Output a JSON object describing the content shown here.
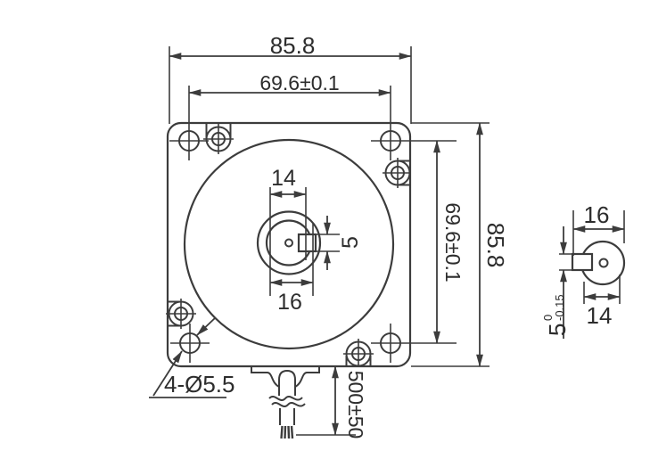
{
  "front_view": {
    "overall_width": "85.8",
    "bolt_spacing_h": "69.6±0.1",
    "bolt_spacing_v": "69.6±0.1",
    "overall_height": "85.8",
    "shaft_flat_width": "14",
    "shaft_boss_dia": "16",
    "key_width": "5",
    "mounting_holes_label": "4-Ø5.5",
    "cable_length": "500±50"
  },
  "side_view": {
    "boss_dia": "16",
    "flat_width": "14",
    "key_width": "5",
    "key_tol_upper": "0",
    "key_tol_lower": "-0.15"
  },
  "colors": {
    "line": "#3c3c3c",
    "text": "#2d2d2d",
    "background": "#ffffff"
  }
}
